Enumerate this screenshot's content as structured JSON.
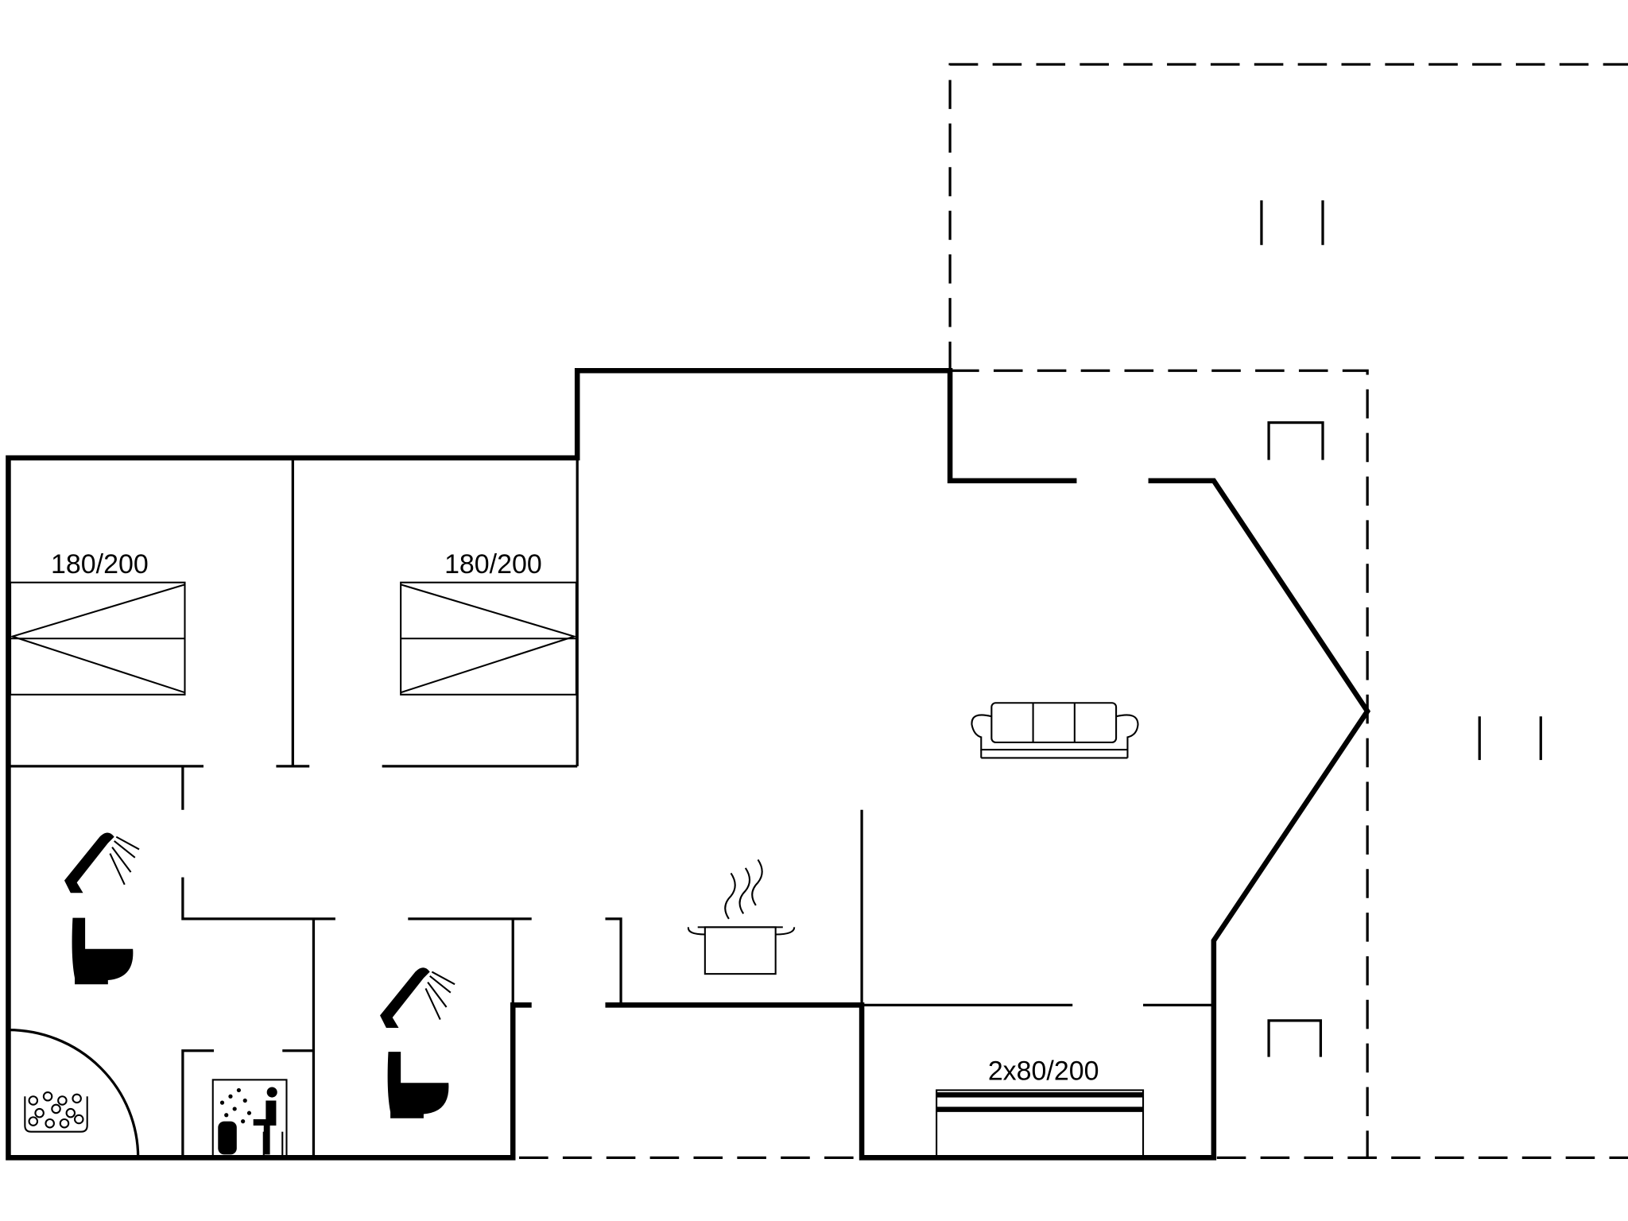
{
  "floor_plan": {
    "bed_labels": {
      "bedroom_1": "180/200",
      "bedroom_2": "180/200",
      "bedroom_3": "2x80/200"
    },
    "icons": [
      "double-bed-icon",
      "double-bed-icon",
      "twin-bed-icon",
      "sofa-icon",
      "cooking-pot-icon",
      "shower-icon",
      "toilet-icon",
      "shower-icon",
      "toilet-icon",
      "sauna-icon",
      "whirlpool-icon"
    ]
  }
}
